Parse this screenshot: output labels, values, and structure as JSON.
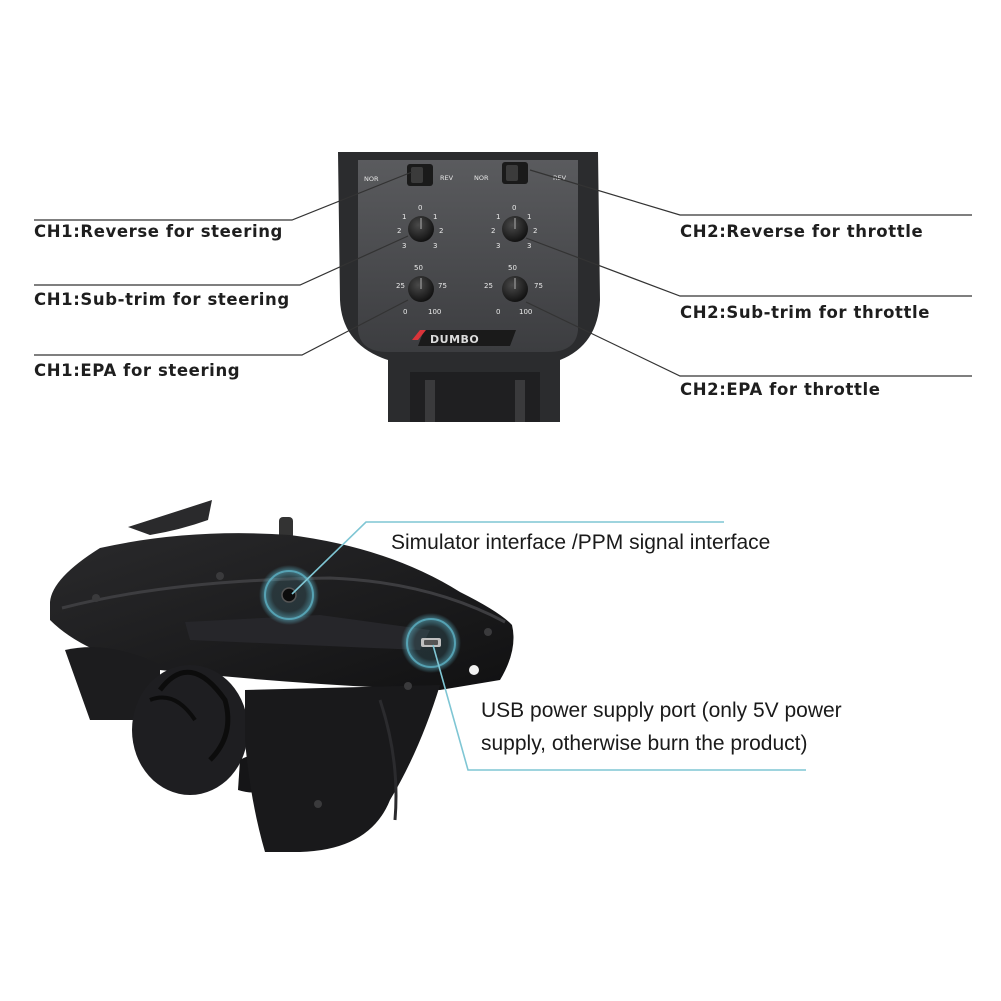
{
  "panel": {
    "switch_left_nor": "NOR",
    "switch_left_rev": "REV",
    "switch_right_nor": "NOR",
    "switch_right_rev": "REV",
    "dial_top_ticks": [
      "0",
      "1",
      "1",
      "2",
      "2",
      "3",
      "3"
    ],
    "dial_bottom_ticks": [
      "50",
      "25",
      "75",
      "0",
      "100"
    ],
    "brand_logo": "DUMBO"
  },
  "labels": {
    "ch1_reverse": "CH1:Reverse for steering",
    "ch1_subtrim": "CH1:Sub-trim for steering",
    "ch1_epa": "CH1:EPA for steering",
    "ch2_reverse": "CH2:Reverse for throttle",
    "ch2_subtrim": "CH2:Sub-trim for throttle",
    "ch2_epa": "CH2:EPA for throttle",
    "simulator_interface": "Simulator interface /PPM signal interface",
    "usb_port_line1": "USB power supply port (only 5V power",
    "usb_port_line2": "supply, otherwise burn the product)"
  },
  "colors": {
    "callout_line_top": "#333333",
    "callout_line_bottom": "#7fc6d4",
    "highlight_ring": "#5fb8cc",
    "body_dark": "#1c1c1e",
    "panel_gray": "#4a4b4e",
    "logo_red": "#d9343a"
  },
  "icons": {
    "switch": "toggle-switch-icon",
    "dial": "rotary-dial-icon",
    "port": "usb-port-icon",
    "jack": "audio-jack-icon"
  }
}
